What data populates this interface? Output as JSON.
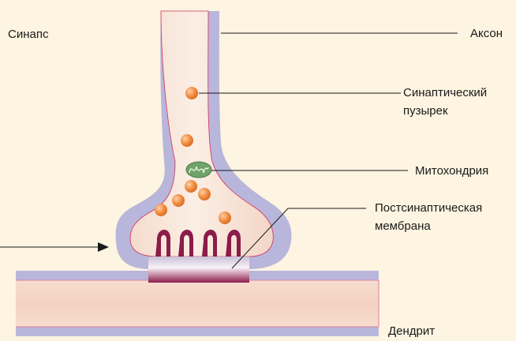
{
  "colors": {
    "background": "#fdf4e1",
    "membrane_outer": "#b9b6dc",
    "cytoplasm": "#f7dfcf",
    "vesicle": "#f08a3c",
    "mitochondrion": "#6fa36a",
    "receptor": "#8c1c4a",
    "leader_line": "#1a1a1a"
  },
  "labels": {
    "synapse": "Синапс",
    "axon": "Аксон",
    "vesicle_line1": "Синаптический",
    "vesicle_line2": "пузырек",
    "mitochondrion": "Митохондрия",
    "postsyn_line1": "Постсинаптическая",
    "postsyn_line2": "мембрана",
    "dendrite": "Дендрит"
  }
}
